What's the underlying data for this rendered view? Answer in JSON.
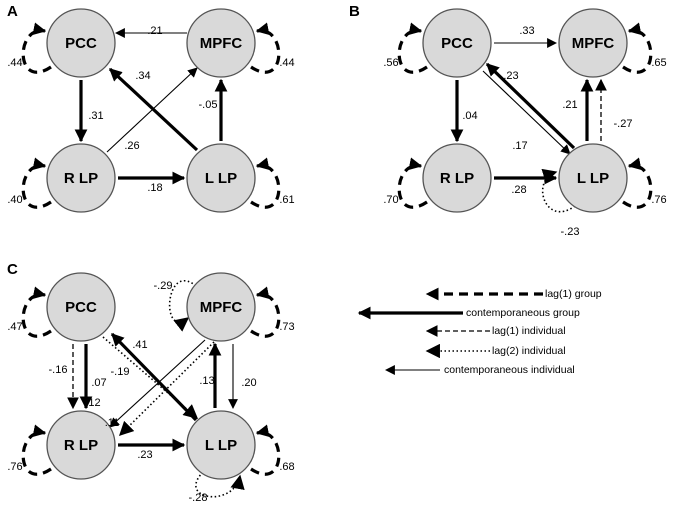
{
  "panels": [
    {
      "label": "A",
      "nodes": {
        "pcc": "PCC",
        "mpfc": "MPFC",
        "rlp": "R LP",
        "llp": "L LP"
      },
      "autoregressive": {
        "pcc": ".44",
        "mpfc": ".44",
        "rlp": ".40",
        "llp": ".61"
      },
      "edges": [
        {
          "from": "mpfc",
          "to": "pcc",
          "weight": ".21",
          "kind": "contemporaneous individual"
        },
        {
          "from": "pcc",
          "to": "rlp",
          "weight": ".31",
          "kind": "contemporaneous group"
        },
        {
          "from": "llp",
          "to": "pcc",
          "weight": ".34",
          "kind": "contemporaneous group"
        },
        {
          "from": "rlp",
          "to": "mpfc",
          "weight": ".26",
          "kind": "contemporaneous individual"
        },
        {
          "from": "llp",
          "to": "mpfc",
          "weight": "-.05",
          "kind": "contemporaneous group"
        },
        {
          "from": "rlp",
          "to": "llp",
          "weight": ".18",
          "kind": "contemporaneous group"
        }
      ]
    },
    {
      "label": "B",
      "nodes": {
        "pcc": "PCC",
        "mpfc": "MPFC",
        "rlp": "R LP",
        "llp": "L LP"
      },
      "autoregressive": {
        "pcc": ".56",
        "mpfc": ".65",
        "rlp": ".70",
        "llp": ".76"
      },
      "edges": [
        {
          "from": "pcc",
          "to": "mpfc",
          "weight": ".33",
          "kind": "contemporaneous individual"
        },
        {
          "from": "pcc",
          "to": "rlp",
          "weight": ".04",
          "kind": "contemporaneous group"
        },
        {
          "from": "llp",
          "to": "pcc",
          "weight": ".23",
          "kind": "contemporaneous group"
        },
        {
          "from": "pcc",
          "to": "llp",
          "weight": ".17",
          "kind": "contemporaneous individual"
        },
        {
          "from": "llp",
          "to": "mpfc",
          "weight": ".21",
          "kind": "contemporaneous group"
        },
        {
          "from": "llp",
          "to": "mpfc",
          "weight": "-.27",
          "kind": "lag(1) individual"
        },
        {
          "from": "rlp",
          "to": "llp",
          "weight": ".28",
          "kind": "contemporaneous group"
        },
        {
          "from": "llp",
          "to": "llp",
          "weight": "-.23",
          "kind": "lag(2) individual"
        }
      ]
    },
    {
      "label": "C",
      "nodes": {
        "pcc": "PCC",
        "mpfc": "MPFC",
        "rlp": "R LP",
        "llp": "L LP"
      },
      "autoregressive": {
        "pcc": ".47",
        "mpfc": ".73",
        "rlp": ".76",
        "llp": ".68"
      },
      "edges": [
        {
          "from": "pcc",
          "to": "rlp",
          "weight": "-.16",
          "kind": "lag(1) individual"
        },
        {
          "from": "pcc",
          "to": "rlp",
          "weight": ".07",
          "kind": "contemporaneous group"
        },
        {
          "from": "pcc",
          "to": "llp",
          "weight": "-.19",
          "kind": "lag(2) individual"
        },
        {
          "from": "llp",
          "to": "pcc",
          "weight": ".41",
          "kind": "contemporaneous group"
        },
        {
          "from": "mpfc",
          "to": "mpfc",
          "weight": "-.29",
          "kind": "lag(2) individual"
        },
        {
          "from": "mpfc",
          "to": "rlp",
          "weight": ".12",
          "kind": "contemporaneous individual"
        },
        {
          "from": "mpfc",
          "to": "rlp",
          "weight": ".11",
          "kind": "lag(2) individual"
        },
        {
          "from": "llp",
          "to": "mpfc",
          "weight": ".13",
          "kind": "contemporaneous group"
        },
        {
          "from": "mpfc",
          "to": "llp",
          "weight": ".20",
          "kind": "contemporaneous individual"
        },
        {
          "from": "rlp",
          "to": "llp",
          "weight": ".23",
          "kind": "contemporaneous group"
        },
        {
          "from": "llp",
          "to": "llp",
          "weight": "-.28",
          "kind": "lag(2) individual"
        }
      ]
    }
  ],
  "legend": [
    {
      "kind": "lag(1) group",
      "label": "lag(1) group"
    },
    {
      "kind": "contemporaneous group",
      "label": "contemporaneous group"
    },
    {
      "kind": "lag(1) individual",
      "label": "lag(1) individual"
    },
    {
      "kind": "lag(2) individual",
      "label": "lag(2) individual"
    },
    {
      "kind": "contemporaneous individual",
      "label": "contemporaneous individual"
    }
  ],
  "colors": {
    "node_fill": "#d9d9d9",
    "node_stroke": "#555555",
    "ink": "#000000"
  }
}
